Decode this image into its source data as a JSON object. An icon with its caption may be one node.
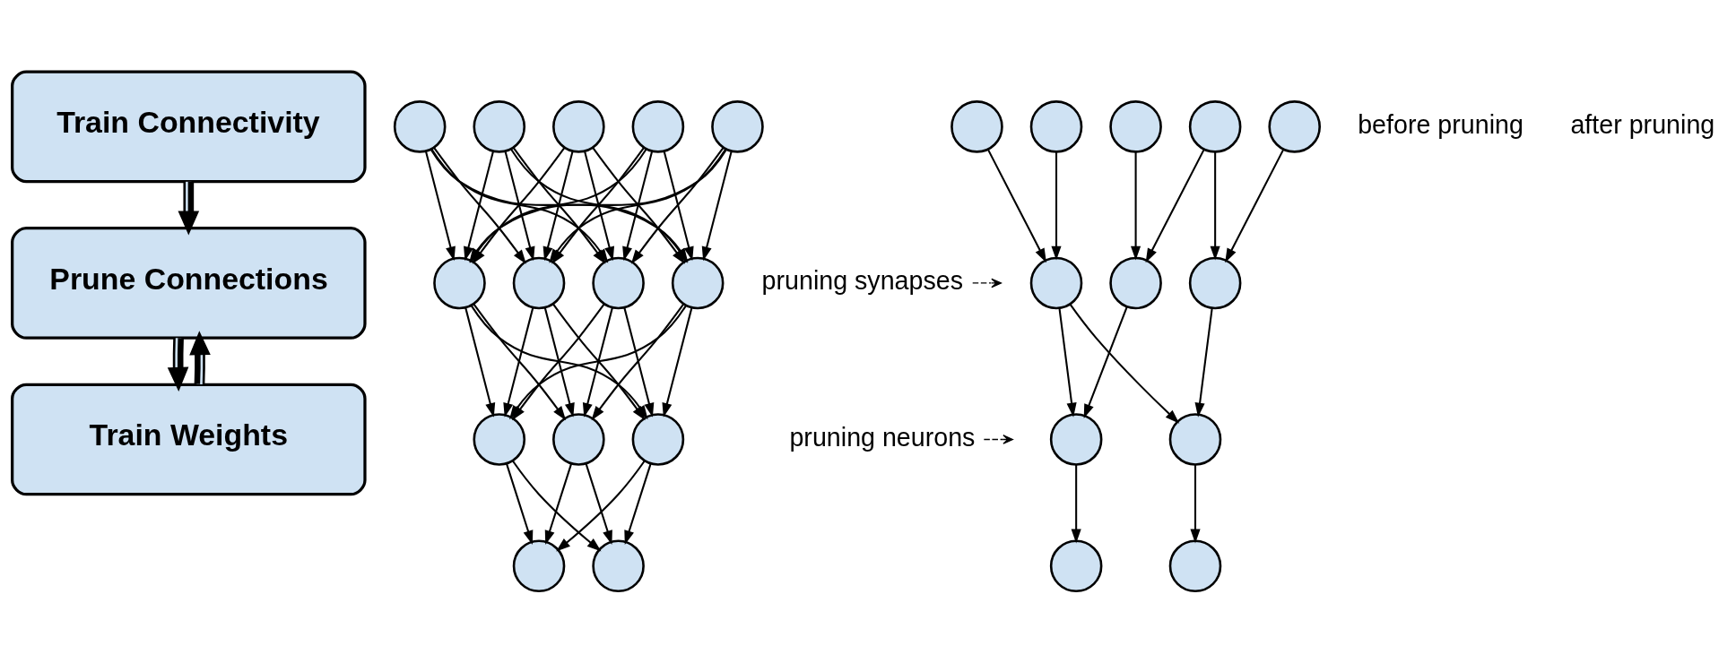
{
  "diagram": {
    "nodes": [
      {
        "text": [
          "Train Connectivity"
        ]
      },
      {
        "text": [
          "Prune Connections"
        ]
      },
      {
        "text": [
          "Train Weights"
        ]
      },
      {
        "text": [],
        "shape": "circle"
      },
      {
        "text": [],
        "shape": "circle"
      },
      {
        "text": [],
        "shape": "circle"
      },
      {
        "text": [],
        "shape": "circle"
      },
      {
        "text": [],
        "shape": "circle"
      },
      {
        "text": [],
        "shape": "circle"
      },
      {
        "text": [],
        "shape": "circle"
      },
      {
        "text": [],
        "shape": "circle"
      },
      {
        "text": [],
        "shape": "circle"
      },
      {
        "text": [],
        "shape": "circle"
      },
      {
        "text": [],
        "shape": "circle"
      },
      {
        "text": [],
        "shape": "circle"
      },
      {
        "text": [],
        "shape": "circle"
      },
      {
        "text": [],
        "shape": "circle"
      },
      {
        "text": [
          "pruning synapses"
        ]
      },
      {
        "text": [
          "pruning neurons"
        ]
      },
      {
        "text": [],
        "shape": "circle"
      },
      {
        "text": [],
        "shape": "circle"
      },
      {
        "text": [],
        "shape": "circle"
      },
      {
        "text": [],
        "shape": "circle"
      },
      {
        "text": [],
        "shape": "circle"
      },
      {
        "text": [],
        "shape": "circle"
      },
      {
        "text": [],
        "shape": "circle"
      },
      {
        "text": [],
        "shape": "circle"
      },
      {
        "text": [],
        "shape": "circle"
      },
      {
        "text": [],
        "shape": "circle"
      },
      {
        "text": [],
        "shape": "circle"
      },
      {
        "text": [],
        "shape": "circle"
      }
    ],
    "edges": [
      {
        "from": 0,
        "to": 1,
        "arrow": "to",
        "style": "thick"
      },
      {
        "from": 1,
        "to": 2,
        "arrow": "to",
        "style": "thick"
      },
      {
        "from": 2,
        "to": 1,
        "arrow": "to",
        "style": "thick"
      },
      {
        "from": 3,
        "to": 8,
        "arrow": "to"
      },
      {
        "from": 3,
        "to": 9,
        "arrow": "to"
      },
      {
        "from": 3,
        "to": 10,
        "arrow": "to"
      },
      {
        "from": 3,
        "to": 11,
        "arrow": "to"
      },
      {
        "from": 4,
        "to": 8,
        "arrow": "to"
      },
      {
        "from": 4,
        "to": 9,
        "arrow": "to"
      },
      {
        "from": 4,
        "to": 10,
        "arrow": "to"
      },
      {
        "from": 4,
        "to": 11,
        "arrow": "to"
      },
      {
        "from": 5,
        "to": 8,
        "arrow": "to"
      },
      {
        "from": 5,
        "to": 9,
        "arrow": "to"
      },
      {
        "from": 5,
        "to": 10,
        "arrow": "to"
      },
      {
        "from": 5,
        "to": 11,
        "arrow": "to"
      },
      {
        "from": 6,
        "to": 8,
        "arrow": "to"
      },
      {
        "from": 6,
        "to": 9,
        "arrow": "to"
      },
      {
        "from": 6,
        "to": 10,
        "arrow": "to"
      },
      {
        "from": 6,
        "to": 11,
        "arrow": "to"
      },
      {
        "from": 7,
        "to": 8,
        "arrow": "to"
      },
      {
        "from": 7,
        "to": 9,
        "arrow": "to"
      },
      {
        "from": 7,
        "to": 10,
        "arrow": "to"
      },
      {
        "from": 7,
        "to": 11,
        "arrow": "to"
      },
      {
        "from": 8,
        "to": 12,
        "arrow": "to"
      },
      {
        "from": 8,
        "to": 13,
        "arrow": "to"
      },
      {
        "from": 8,
        "to": 14,
        "arrow": "to"
      },
      {
        "from": 9,
        "to": 12,
        "arrow": "to"
      },
      {
        "from": 9,
        "to": 13,
        "arrow": "to"
      },
      {
        "from": 9,
        "to": 14,
        "arrow": "to"
      },
      {
        "from": 10,
        "to": 12,
        "arrow": "to"
      },
      {
        "from": 10,
        "to": 13,
        "arrow": "to"
      },
      {
        "from": 10,
        "to": 14,
        "arrow": "to"
      },
      {
        "from": 11,
        "to": 12,
        "arrow": "to"
      },
      {
        "from": 11,
        "to": 13,
        "arrow": "to"
      },
      {
        "from": 11,
        "to": 14,
        "arrow": "to"
      },
      {
        "from": 12,
        "to": 15,
        "arrow": "to"
      },
      {
        "from": 12,
        "to": 16,
        "arrow": "to"
      },
      {
        "from": 13,
        "to": 15,
        "arrow": "to"
      },
      {
        "from": 13,
        "to": 16,
        "arrow": "to"
      },
      {
        "from": 14,
        "to": 15,
        "arrow": "to"
      },
      {
        "from": 14,
        "to": 16,
        "arrow": "to"
      },
      {
        "from": 17,
        "to": null,
        "arrow": "to",
        "style": "dashed"
      },
      {
        "from": 18,
        "to": null,
        "arrow": "to",
        "style": "dashed"
      },
      {
        "from": 19,
        "to": 26,
        "arrow": "to"
      },
      {
        "from": 20,
        "to": 24,
        "arrow": "to"
      },
      {
        "from": 21,
        "to": 25,
        "arrow": "to"
      },
      {
        "from": 22,
        "to": 24,
        "arrow": "to"
      },
      {
        "from": 22,
        "to": 26,
        "arrow": "to"
      },
      {
        "from": 23,
        "to": 25,
        "arrow": "to"
      },
      {
        "from": 24,
        "to": 27,
        "arrow": "to"
      },
      {
        "from": 25,
        "to": 27,
        "arrow": "to"
      },
      {
        "from": 25,
        "to": 28,
        "arrow": "to"
      },
      {
        "from": 26,
        "to": 28,
        "arrow": "to"
      },
      {
        "from": 27,
        "to": 30,
        "arrow": "to"
      },
      {
        "from": 28,
        "to": 29,
        "arrow": "to"
      }
    ],
    "labels": [
      "before pruning",
      "after pruning"
    ]
  }
}
